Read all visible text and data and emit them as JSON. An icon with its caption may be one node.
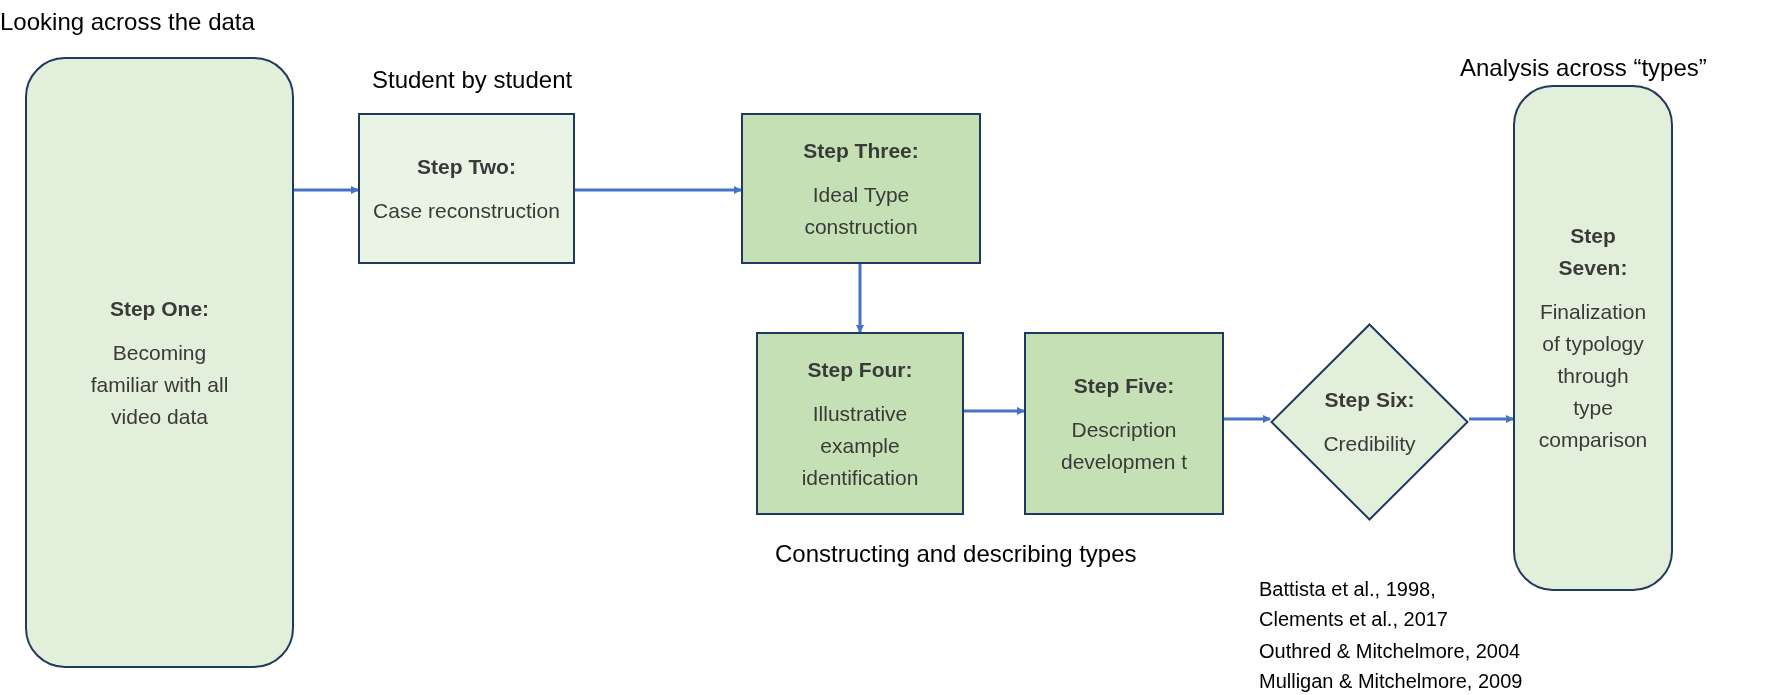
{
  "diagram": {
    "nodes": [
      {
        "text": [
          "Step One:",
          "Becoming familiar with all video data"
        ]
      },
      {
        "text": [
          "Step Two:",
          "Case reconstruction"
        ]
      },
      {
        "text": [
          "Step Three:",
          "Ideal Type construction"
        ]
      },
      {
        "text": [
          "Step Four:",
          "Illustrative example identification"
        ]
      },
      {
        "text": [
          "Step Five:",
          "Description developmen t"
        ]
      },
      {
        "text": [
          "Step Six:",
          "Credibility"
        ]
      },
      {
        "text": [
          "Step Seven:",
          "Finalization of typology through type comparison"
        ]
      }
    ],
    "edges": [
      {
        "from": 0,
        "to": 1,
        "arrow": "to"
      },
      {
        "from": 1,
        "to": 2,
        "arrow": "to"
      },
      {
        "from": 2,
        "to": 3,
        "arrow": "to"
      },
      {
        "from": 3,
        "to": 4,
        "arrow": "to"
      },
      {
        "from": 4,
        "to": 5,
        "arrow": "to"
      },
      {
        "from": 5,
        "to": 6,
        "arrow": "to"
      }
    ],
    "labels": [
      "Looking across the data",
      "Student by student",
      "Analysis across “types”",
      "Constructing and describing types",
      "Battista et al., 1998,",
      "Clements et al., 2017",
      "Outhred & Mitchelmore, 2004",
      "Mulligan & Mitchelmore, 2009"
    ]
  }
}
